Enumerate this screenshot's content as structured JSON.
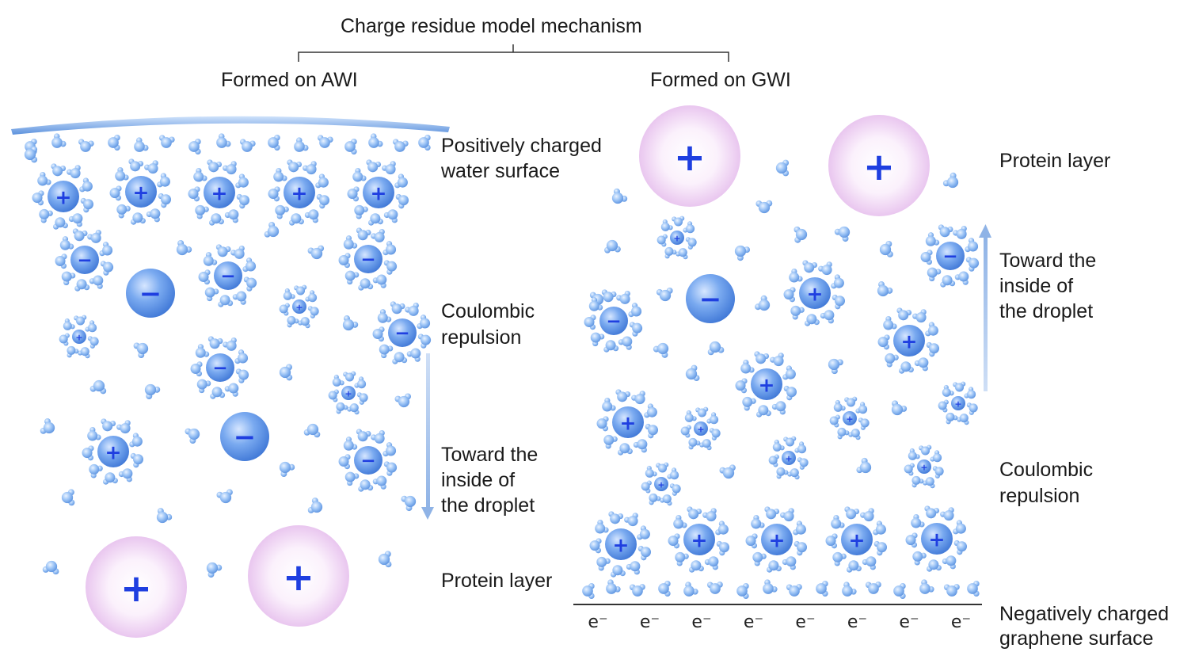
{
  "header": {
    "title": "Charge residue model mechanism",
    "left_label": "Formed on AWI",
    "right_label": "Formed on GWI"
  },
  "left_panel": {
    "surface_label_line1": "Positively charged",
    "surface_label_line2": "water surface",
    "repulsion_line1": "Coulombic",
    "repulsion_line2": "repulsion",
    "direction_line1": "Toward the",
    "direction_line2": "inside of",
    "direction_line3": "the droplet",
    "protein_label": "Protein layer"
  },
  "right_panel": {
    "protein_label": "Protein layer",
    "direction_line1": "Toward the",
    "direction_line2": "inside of",
    "direction_line3": "the droplet",
    "repulsion_line1": "Coulombic",
    "repulsion_line2": "repulsion",
    "surface_label_line1": "Negatively charged",
    "surface_label_line2": "graphene surface",
    "electron_symbol": "e⁻",
    "electron_count": 8
  },
  "symbols": {
    "plus": "+",
    "minus": "−"
  },
  "colors": {
    "ion_blue": "#5f9ae8",
    "water_blue": "#8cbcf3",
    "sign_blue": "#1f3fe0",
    "protein_pink": "#f3d7f5",
    "arrow_blue": "#a9c4ec",
    "text": "#1a1a1a"
  }
}
